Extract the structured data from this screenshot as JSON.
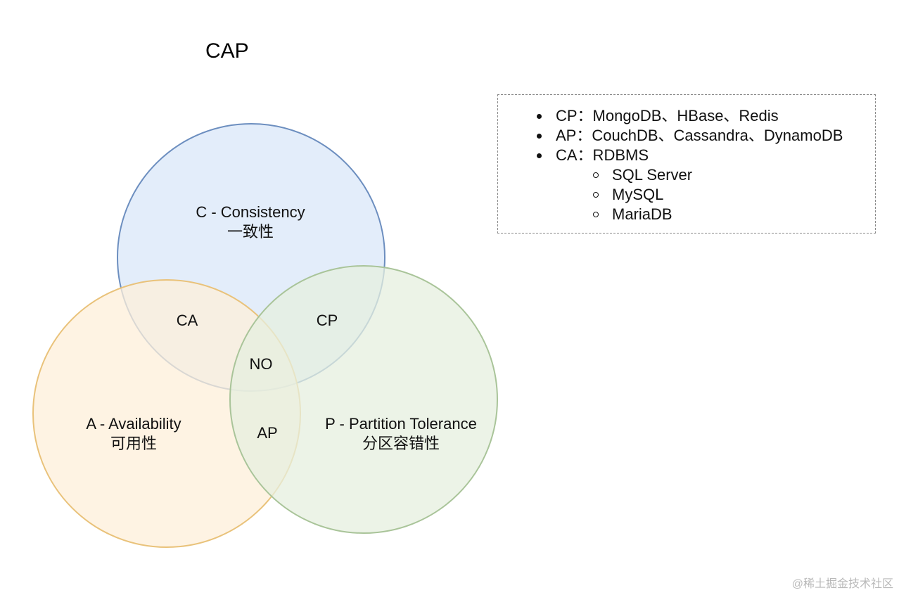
{
  "title": "CAP",
  "colors": {
    "consistency_fill": "#dae7f8",
    "consistency_stroke": "#6c8ebf",
    "availability_fill": "#fdefd9",
    "availability_stroke": "#e9c27a",
    "partition_fill": "#e5efdf",
    "partition_stroke": "#a9c499",
    "legend_border": "#888888"
  },
  "circles": {
    "consistency": {
      "line1": "C - Consistency",
      "line2": "一致性"
    },
    "availability": {
      "line1": "A - Availability",
      "line2": "可用性"
    },
    "partition": {
      "line1": "P - Partition Tolerance",
      "line2": "分区容错性"
    }
  },
  "intersections": {
    "ca": "CA",
    "cp": "CP",
    "ap": "AP",
    "no": "NO"
  },
  "legend": {
    "items": [
      {
        "text": "CP：MongoDB、HBase、Redis"
      },
      {
        "text": "AP：CouchDB、Cassandra、DynamoDB"
      },
      {
        "text": "CA：RDBMS"
      }
    ],
    "sub_items": [
      {
        "text": "SQL Server"
      },
      {
        "text": "MySQL"
      },
      {
        "text": "MariaDB"
      }
    ]
  },
  "watermark": "@稀土掘金技术社区"
}
